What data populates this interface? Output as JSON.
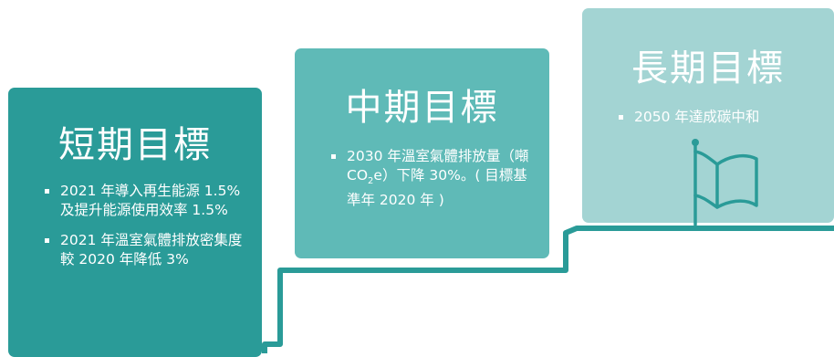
{
  "short_term": {
    "title": "短期目標",
    "items": [
      "2021 年導入再生能源 1.5% 及提升能源使用效率 1.5%",
      "2021 年溫室氣體排放密集度較 2020 年降低 3%"
    ]
  },
  "mid_term": {
    "title": "中期目標",
    "item_prefix": "2030 年溫室氣體排放量（噸 CO",
    "item_subscript": "2",
    "item_suffix": "e）下降 30%。( 目標基準年 2020 年 )"
  },
  "long_term": {
    "title": "長期目標",
    "items": [
      "2050 年達成碳中和"
    ]
  },
  "colors": {
    "short": "#2a9b98",
    "mid": "#5fbab7",
    "long": "#a3d4d3",
    "stair_line": "#2a9b98"
  },
  "icons": [
    "flag-icon"
  ]
}
